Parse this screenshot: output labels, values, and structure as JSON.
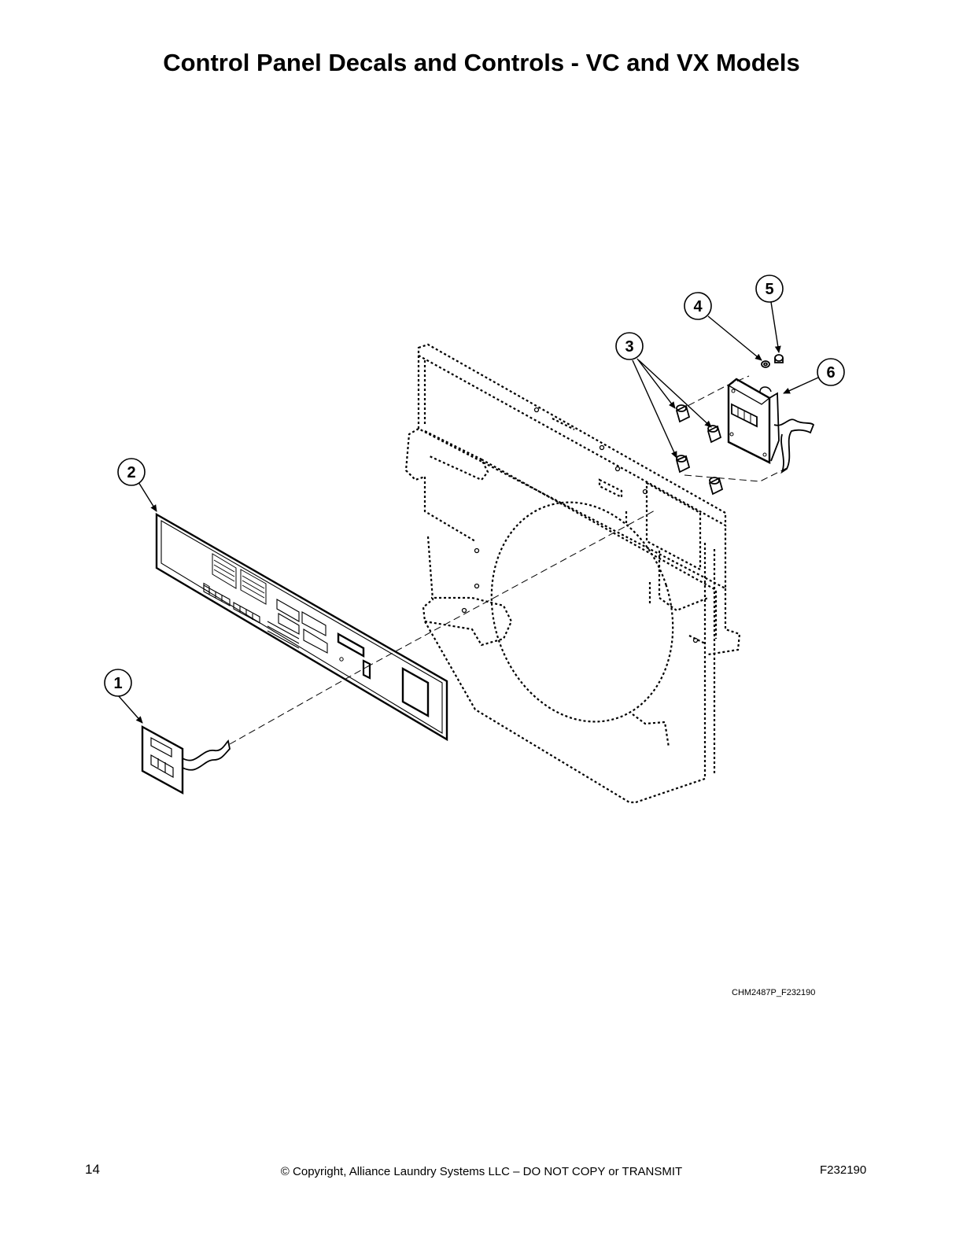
{
  "header": {
    "title": "Control Panel Decals and Controls - VC and VX Models"
  },
  "diagram": {
    "callouts": [
      {
        "number": "1"
      },
      {
        "number": "2"
      },
      {
        "number": "3"
      },
      {
        "number": "4"
      },
      {
        "number": "5"
      },
      {
        "number": "6"
      }
    ],
    "drawing_code": "CHM2487P_F232190"
  },
  "footer": {
    "page_number": "14",
    "copyright": "© Copyright, Alliance Laundry Systems LLC – DO NOT COPY or TRANSMIT",
    "document_id": "F232190"
  }
}
